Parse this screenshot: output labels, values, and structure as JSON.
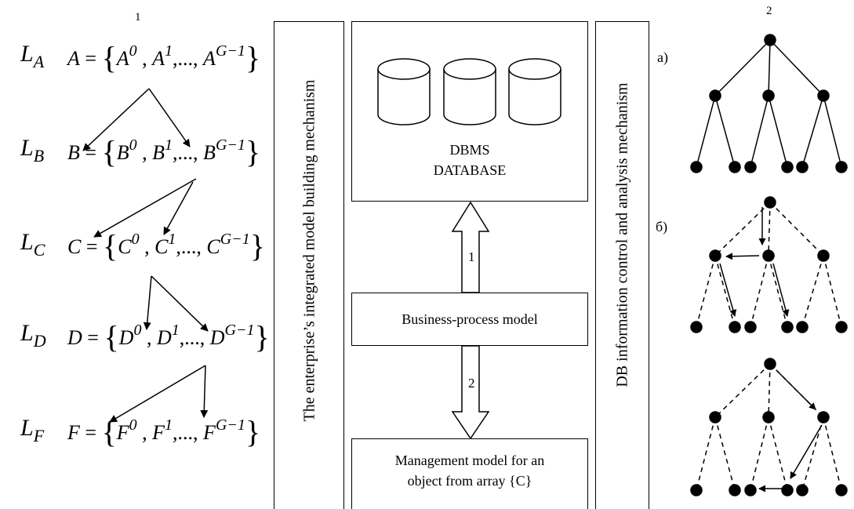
{
  "section_labels": {
    "left": "1",
    "right": "2"
  },
  "levels": [
    {
      "letter": "L",
      "sub": "A",
      "set": "A",
      "elem": "A"
    },
    {
      "letter": "L",
      "sub": "B",
      "set": "B",
      "elem": "B"
    },
    {
      "letter": "L",
      "sub": "C",
      "set": "C",
      "elem": "C"
    },
    {
      "letter": "L",
      "sub": "D",
      "set": "D",
      "elem": "D"
    },
    {
      "letter": "L",
      "sub": "F",
      "set": "F",
      "elem": "F"
    }
  ],
  "set_notation": {
    "equals": " = ",
    "open": "{",
    "close": "}",
    "sup0": "0",
    "sup1": "1",
    "ellipsis": ",..., ",
    "supLast": "G−1",
    "comma": " , "
  },
  "left_panel": {
    "label": "The enterprise’s integrated model building mechanism"
  },
  "right_panel": {
    "label": "DB information control and analysis mechanism"
  },
  "db_box": {
    "line1": "DBMS",
    "line2": "DATABASE"
  },
  "bp_box": {
    "label": "Business-process model"
  },
  "mgmt_box": {
    "line1": "Management model for an",
    "line2": "object from array {C}"
  },
  "arrows": {
    "up_label": "1",
    "down_label": "2"
  },
  "tree_labels": {
    "a": "a)",
    "b": "б)"
  }
}
